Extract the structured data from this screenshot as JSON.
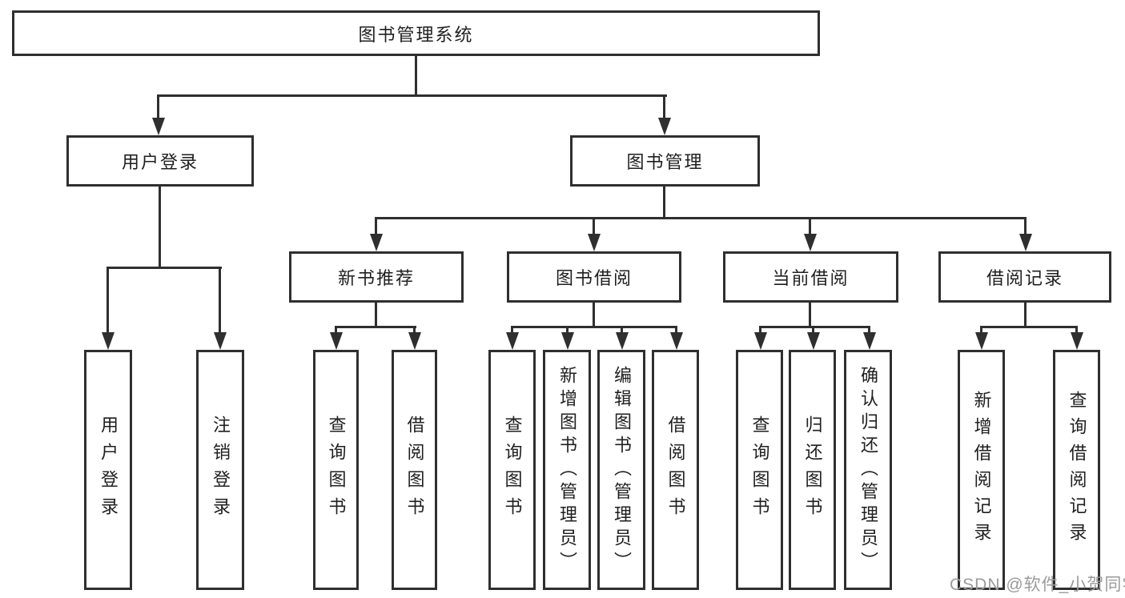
{
  "diagram_type": "hierarchy-tree",
  "colors": {
    "line": "#2f2f2f",
    "box_border": "#2f2f2f",
    "text": "#1f1f1f",
    "background": "#ffffff",
    "watermark": "#9b9b9b"
  },
  "tree": {
    "root_label": "图书管理系统",
    "login_branch": {
      "label": "用户登录",
      "children": [
        "用户登录",
        "注销登录"
      ]
    },
    "book_mgmt_branch": {
      "label": "图书管理",
      "groups": [
        {
          "label": "新书推荐",
          "children": [
            "查询图书",
            "借阅图书"
          ]
        },
        {
          "label": "图书借阅",
          "children": [
            "查询图书",
            "新增图书（管理员）",
            "编辑图书（管理员）",
            "借阅图书"
          ]
        },
        {
          "label": "当前借阅",
          "children": [
            "查询图书",
            "归还图书",
            "确认归还（管理员）"
          ]
        },
        {
          "label": "借阅记录",
          "children": [
            "新增借阅记录",
            "查询借阅记录"
          ]
        }
      ]
    }
  },
  "watermark": {
    "text": "CSDN @软件_小贺同学"
  }
}
